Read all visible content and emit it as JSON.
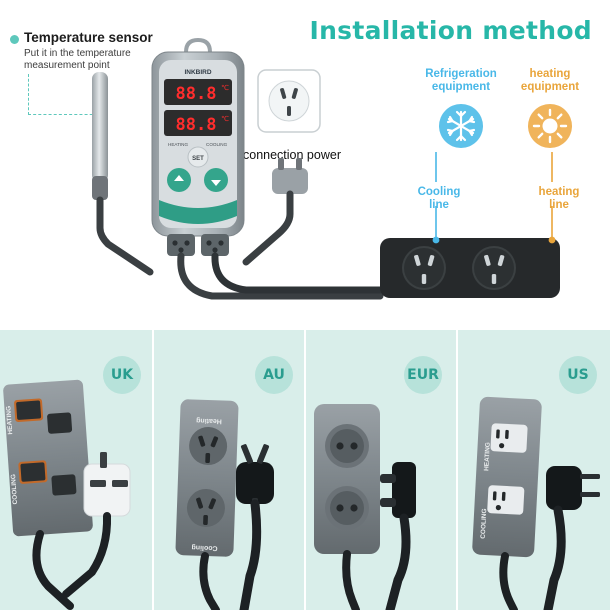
{
  "title": "Installation method",
  "top": {
    "sensor_label": "Temperature sensor",
    "sensor_sub": "Put it in the temperature measurement point",
    "connection_power": "connection power",
    "refrigeration_label": "Refrigeration equipment",
    "heating_label": "heating equipment",
    "cooling_line_label": "Cooling line",
    "heating_line_label": "heating line",
    "device_brand": "INKBIRD",
    "device_display_top": "88.8",
    "device_display_bottom": "88.8",
    "device_unit_top": "℃",
    "device_unit_bottom": "℃",
    "device_set_button": "SET",
    "device_label_heating": "HEATING",
    "device_label_cooling": "COOLING",
    "icons": {
      "refrigeration": "snowflake-icon",
      "heating": "sun-icon"
    }
  },
  "colors": {
    "teal_title": "#27b7a8",
    "blue": "#49b8e8",
    "orange": "#e9a53b",
    "badge_bg": "#b7e2da",
    "badge_text": "#2a9d8f",
    "panel_bg": "#d9eeea"
  },
  "regions": [
    {
      "code": "UK",
      "heating_label": "HEATING",
      "cooling_label": "COOLING"
    },
    {
      "code": "AU",
      "heating_label": "Heating",
      "cooling_label": "Cooling"
    },
    {
      "code": "EUR",
      "heating_label": "",
      "cooling_label": ""
    },
    {
      "code": "US",
      "heating_label": "HEATING",
      "cooling_label": "COOLING"
    }
  ]
}
